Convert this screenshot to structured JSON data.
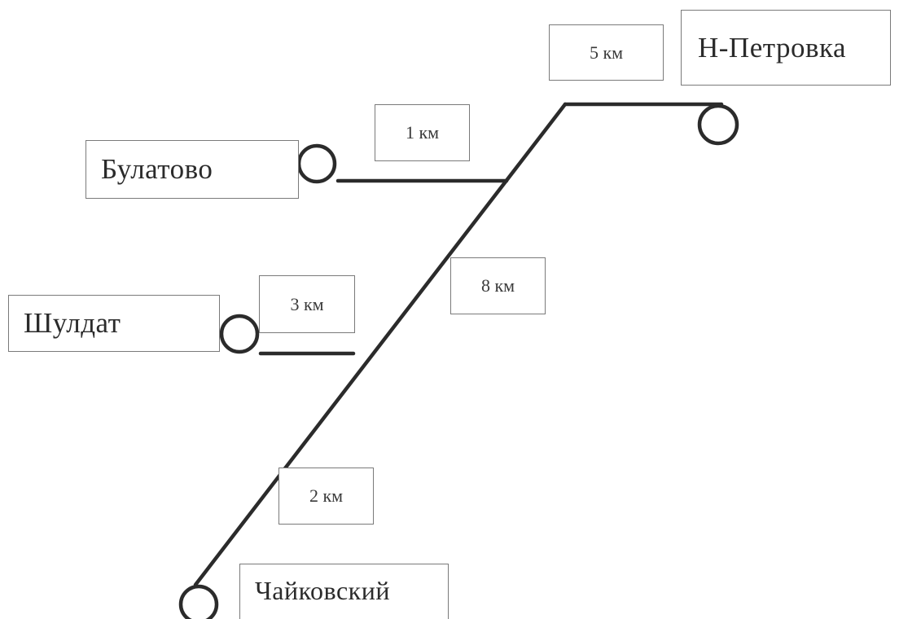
{
  "settlements": [
    {
      "key": "n_petrovka",
      "name": "Н-Петровка"
    },
    {
      "key": "bulatovo",
      "name": "Булатово"
    },
    {
      "key": "shuldat",
      "name": "Шулдат"
    },
    {
      "key": "chaikovsky",
      "name": "Чайковский"
    }
  ],
  "distances": [
    {
      "key": "to_n_petrovka",
      "label": "5 км"
    },
    {
      "key": "to_bulatovo",
      "label": "1 км"
    },
    {
      "key": "middle_segment",
      "label": "8 км"
    },
    {
      "key": "to_shuldat",
      "label": "3 км"
    },
    {
      "key": "to_chaikovsky",
      "label": "2 км"
    }
  ],
  "colors": {
    "line": "#2b2b2b",
    "box_border": "#7a7a7a",
    "text": "#2b2b2b"
  }
}
